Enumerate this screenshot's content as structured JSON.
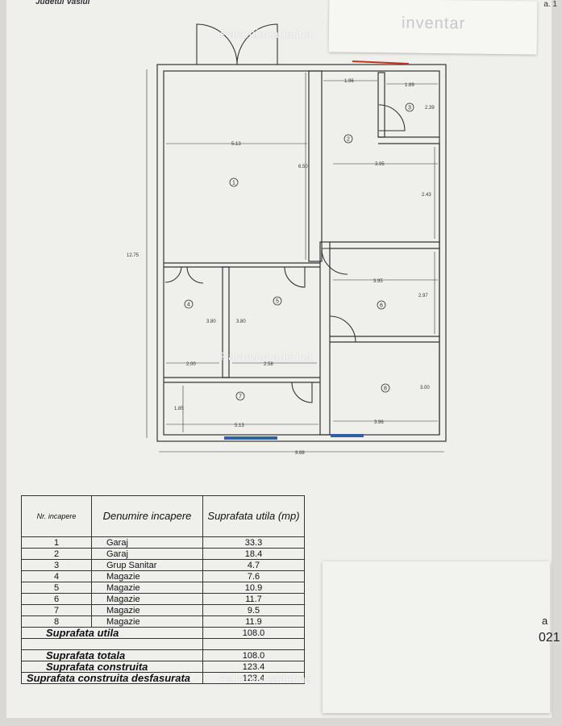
{
  "header": {
    "county": "Judetul Vaslui",
    "page_marker": "a. 1"
  },
  "watermark": "Palamiucadelina",
  "stamp_text": "inventar",
  "plan": {
    "rooms": [
      "1",
      "2",
      "3",
      "4",
      "5",
      "6",
      "7",
      "8"
    ],
    "dims": {
      "overall_height": "12.75",
      "overall_width": "9.68",
      "garage_width": "5.13",
      "mid_height": "6.50",
      "d_196": "1.96",
      "d_189": "1.89",
      "d_239": "2.39",
      "d_395": "3.95",
      "d_243": "2.43",
      "d_395b": "3.95",
      "d_297": "2.97",
      "d_380a": "3.80",
      "d_380b": "3.80",
      "d_200": "2.00",
      "d_258": "2.58",
      "d_185": "1.85",
      "d_513b": "5.13",
      "d_396": "3.96",
      "d_300": "3.00"
    }
  },
  "table": {
    "headers": {
      "nr": "Nr. incapere",
      "name": "Denumire incapere",
      "area": "Suprafata utila (mp)"
    },
    "rows": [
      {
        "nr": "1",
        "name": "Garaj",
        "area": "33.3"
      },
      {
        "nr": "2",
        "name": "Garaj",
        "area": "18.4"
      },
      {
        "nr": "3",
        "name": "Grup Sanitar",
        "area": "4.7"
      },
      {
        "nr": "4",
        "name": "Magazie",
        "area": "7.6"
      },
      {
        "nr": "5",
        "name": "Magazie",
        "area": "10.9"
      },
      {
        "nr": "6",
        "name": "Magazie",
        "area": "11.7"
      },
      {
        "nr": "7",
        "name": "Magazie",
        "area": "9.5"
      },
      {
        "nr": "8",
        "name": "Magazie",
        "area": "11.9"
      }
    ],
    "summary": [
      {
        "label": "Suprafata utila",
        "value": "108.0"
      },
      {
        "label": "",
        "value": ""
      },
      {
        "label": "Suprafata totala",
        "value": "108.0"
      },
      {
        "label": "Suprafata construita",
        "value": "123.4"
      },
      {
        "label": "Suprafata construita desfasurata",
        "value": "123.4"
      }
    ]
  },
  "edge_text": {
    "a": "a",
    "num": "021"
  }
}
